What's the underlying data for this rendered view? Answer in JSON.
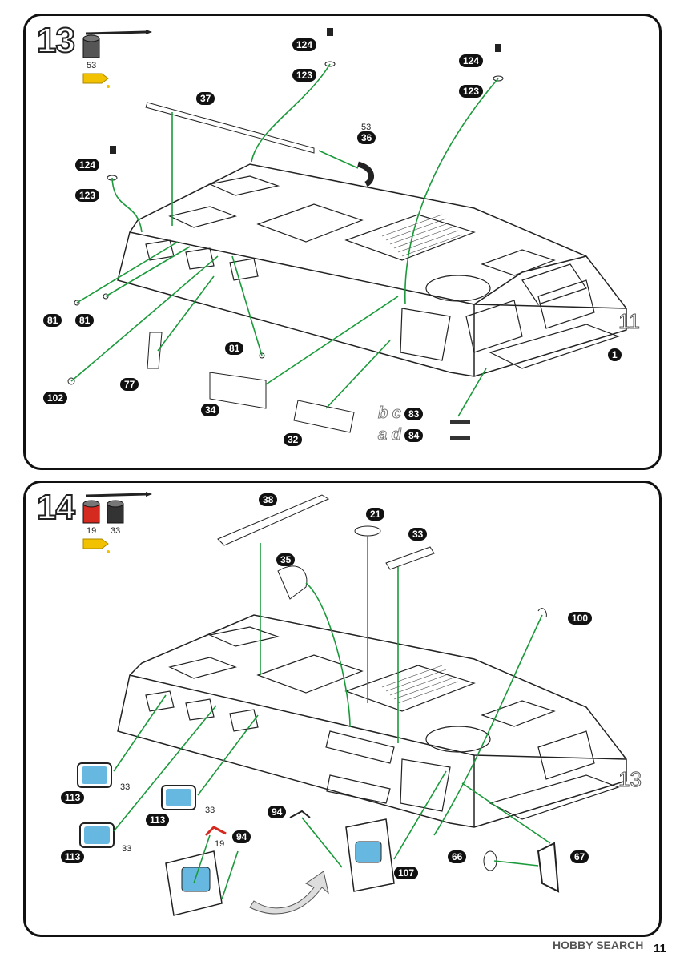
{
  "step13": {
    "number": "13",
    "paint_code": "53",
    "callouts": {
      "p124a": "124",
      "p123a": "123",
      "p124b": "124",
      "p123b": "123",
      "p124c": "124",
      "p123c": "123",
      "p37": "37",
      "p36": "36",
      "p36_paint": "53",
      "p81a": "81",
      "p81b": "81",
      "p81c": "81",
      "p102": "102",
      "p77": "77",
      "p34": "34",
      "p32": "32",
      "p83": "83",
      "p84": "84",
      "p1": "1"
    },
    "decal_bc": "b c",
    "decal_ad": "a d",
    "ref_step": "11"
  },
  "step14": {
    "number": "14",
    "paint_red": "19",
    "paint_black": "33",
    "callouts": {
      "p38": "38",
      "p21": "21",
      "p33": "33",
      "p35": "35",
      "p100": "100",
      "p113a": "113",
      "p113a_paint": "33",
      "p113b": "113",
      "p113b_paint": "33",
      "p113c": "113",
      "p113c_paint": "33",
      "p94a": "94",
      "p94b": "94",
      "p94_paint": "19",
      "p107": "107",
      "p66": "66",
      "p67": "67"
    },
    "ref_step": "13"
  },
  "footer": {
    "brand": "HOBBY SEARCH",
    "page": "11"
  },
  "colors": {
    "arrow": "#1a9a3a",
    "badge": "#111111",
    "paint_red": "#d42a1f",
    "glue": "#f2c200"
  }
}
